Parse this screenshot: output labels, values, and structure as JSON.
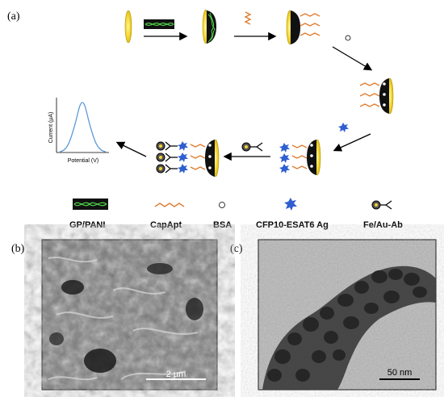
{
  "labels": {
    "panel_a": "(a)",
    "panel_b": "(b)",
    "panel_c": "(c)"
  },
  "legend": [
    {
      "icon": "gp-pani-sheet-icon",
      "label": "GP/PANI"
    },
    {
      "icon": "capapt-wave-icon",
      "label": "CapApt"
    },
    {
      "icon": "bsa-circle-icon",
      "label": "BSA"
    },
    {
      "icon": "ag-star-icon",
      "label": "CFP10-ESAT6 Ag"
    },
    {
      "icon": "fe-au-ab-icon",
      "label": "Fe/Au-Ab"
    }
  ],
  "plot": {
    "xlabel": "Potential (V)",
    "ylabel": "Current (µA)"
  },
  "sem": {
    "scale_label": "2 µm"
  },
  "tem": {
    "scale_label": "50 nm"
  },
  "colors": {
    "electrode": "#f2d32b",
    "aptamer": "#e07b2e",
    "antigen": "#2f5fd0",
    "curve": "#5b9bd5",
    "pani_green": "#4fd14a"
  }
}
